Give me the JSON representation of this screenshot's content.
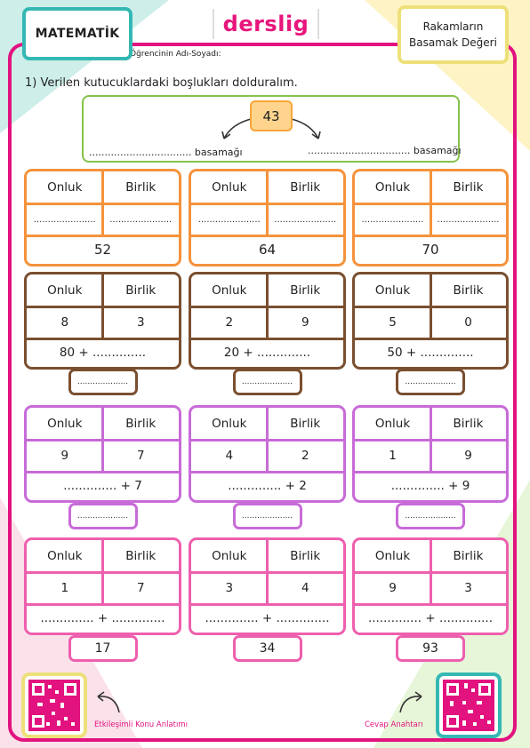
{
  "header": {
    "subject": "MATEMATİK",
    "brand": "derslig",
    "topic_line1": "Rakamların",
    "topic_line2": "Basamak Değeri"
  },
  "student_label": "Öğrencinin Adı-Soyadı:",
  "question": "1) Verilen kutucuklardaki boşlukları dolduralım.",
  "example": {
    "number": "43",
    "left_label": "................................. basamağı",
    "right_label": "................................. basamağı"
  },
  "column_headers": {
    "tens": "Onluk",
    "ones": "Birlik"
  },
  "blank": "......................",
  "blank_short": "...............",
  "row1": [
    {
      "number": "52"
    },
    {
      "number": "64"
    },
    {
      "number": "70"
    }
  ],
  "row2": [
    {
      "tens": "8",
      "ones": "3",
      "expr": "80 + ..............",
      "answer": "...................."
    },
    {
      "tens": "2",
      "ones": "9",
      "expr": "20 + ..............",
      "answer": "...................."
    },
    {
      "tens": "5",
      "ones": "0",
      "expr": "50 + ..............",
      "answer": "...................."
    }
  ],
  "row3": [
    {
      "tens": "9",
      "ones": "7",
      "expr": ".............. + 7",
      "answer": "...................."
    },
    {
      "tens": "4",
      "ones": "2",
      "expr": ".............. + 2",
      "answer": "...................."
    },
    {
      "tens": "1",
      "ones": "9",
      "expr": ".............. + 9",
      "answer": "...................."
    }
  ],
  "row4": [
    {
      "tens": "1",
      "ones": "7",
      "expr": ".............. + ..............",
      "answer": "17"
    },
    {
      "tens": "3",
      "ones": "4",
      "expr": ".............. + ..............",
      "answer": "34"
    },
    {
      "tens": "9",
      "ones": "3",
      "expr": ".............. + ..............",
      "answer": "93"
    }
  ],
  "footer": {
    "left_label": "Etkileşimli Konu Anlatımı",
    "right_label": "Cevap Anahtarı"
  },
  "colors": {
    "frame": "#e2127f",
    "row1": "#f5923b",
    "row2": "#7a4f2f",
    "row3": "#c86bd8",
    "row4": "#ee5fae",
    "example": "#86c24a",
    "teal": "#35b8b4",
    "yellow": "#ede07a"
  }
}
